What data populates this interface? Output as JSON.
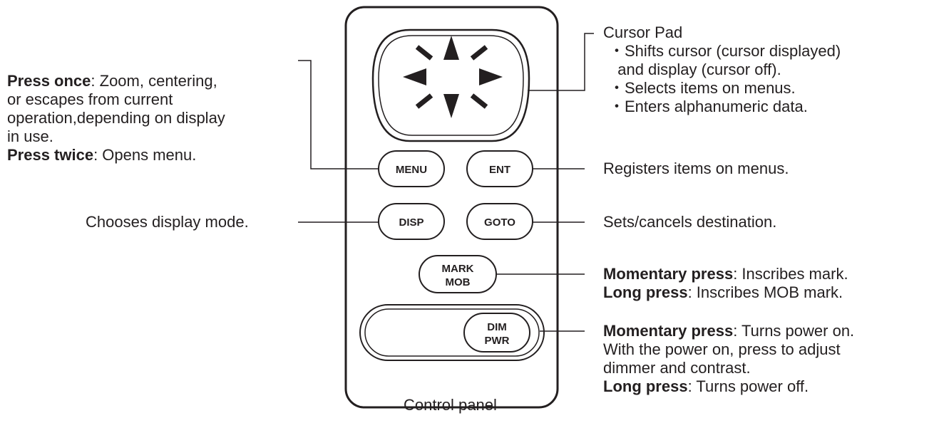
{
  "panel": {
    "caption": "Control panel",
    "keys": {
      "menu": "MENU",
      "ent": "ENT",
      "disp": "DISP",
      "goto": "GOTO",
      "mark_line1": "MARK",
      "mark_line2": "MOB",
      "dim_line1": "DIM",
      "dim_line2": "PWR"
    }
  },
  "annotations": {
    "menu": {
      "once_label": "Press once",
      "once_text": ": Zoom, centering,",
      "line2": "or escapes from current",
      "line3": "operation,depending on display",
      "line4": "in use.",
      "twice_label": "Press twice",
      "twice_text": ": Opens menu."
    },
    "disp": "Chooses display mode.",
    "cursor_pad": {
      "title": "Cursor Pad",
      "bullets": [
        "・Shifts cursor (cursor displayed)",
        "  and display (cursor off).",
        "・Selects items on menus.",
        "・Enters alphanumeric data."
      ]
    },
    "ent": "Registers items on menus.",
    "goto": "Sets/cancels destination.",
    "mark": {
      "momentary_label": "Momentary press",
      "momentary_text": ": Inscribes mark.",
      "long_label": "Long press",
      "long_text": ": Inscribes MOB mark."
    },
    "dim": {
      "momentary_label": "Momentary press",
      "momentary_text": ": Turns power on.",
      "line2": "With the power on, press to adjust",
      "line3": "dimmer and contrast.",
      "long_label": "Long press",
      "long_text": ": Turns power off."
    }
  },
  "colors": {
    "ink": "#231f20",
    "background": "#ffffff"
  }
}
